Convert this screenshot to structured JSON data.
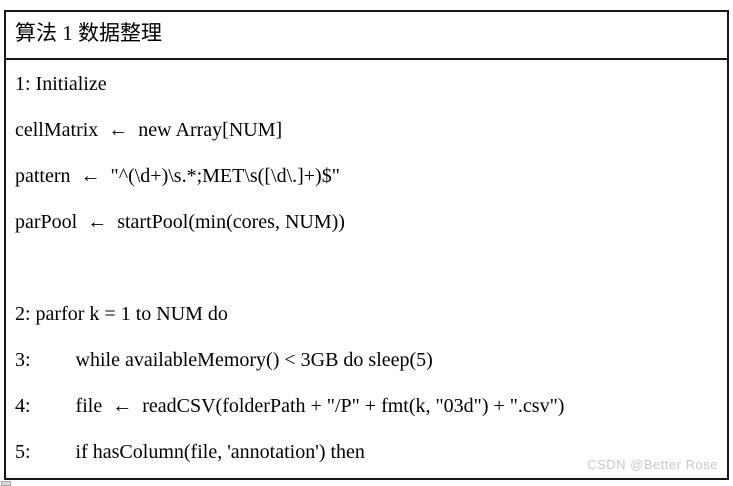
{
  "header": {
    "title": "算法 1 数据整理"
  },
  "algorithm": {
    "lines": [
      "1: Initialize",
      "cellMatrix  ←  new Array[NUM]",
      "pattern  ←  \"^(\\d+)\\s.*;MET\\s([\\d\\.]+)$\"",
      "parPool  ←  startPool(min(cores, NUM))",
      "",
      "2: parfor k = 1 to NUM do",
      "3:         while availableMemory() < 3GB do sleep(5)",
      "4:         file  ←  readCSV(folderPath + \"/P\" + fmt(k, \"03d\") + \".csv\")",
      "5:         if hasColumn(file, 'annotation') then"
    ]
  },
  "watermark": {
    "text": "CSDN @Better Rose"
  },
  "colors": {
    "border": "#161616",
    "text": "#000000",
    "watermark": "#c9c9c9"
  }
}
